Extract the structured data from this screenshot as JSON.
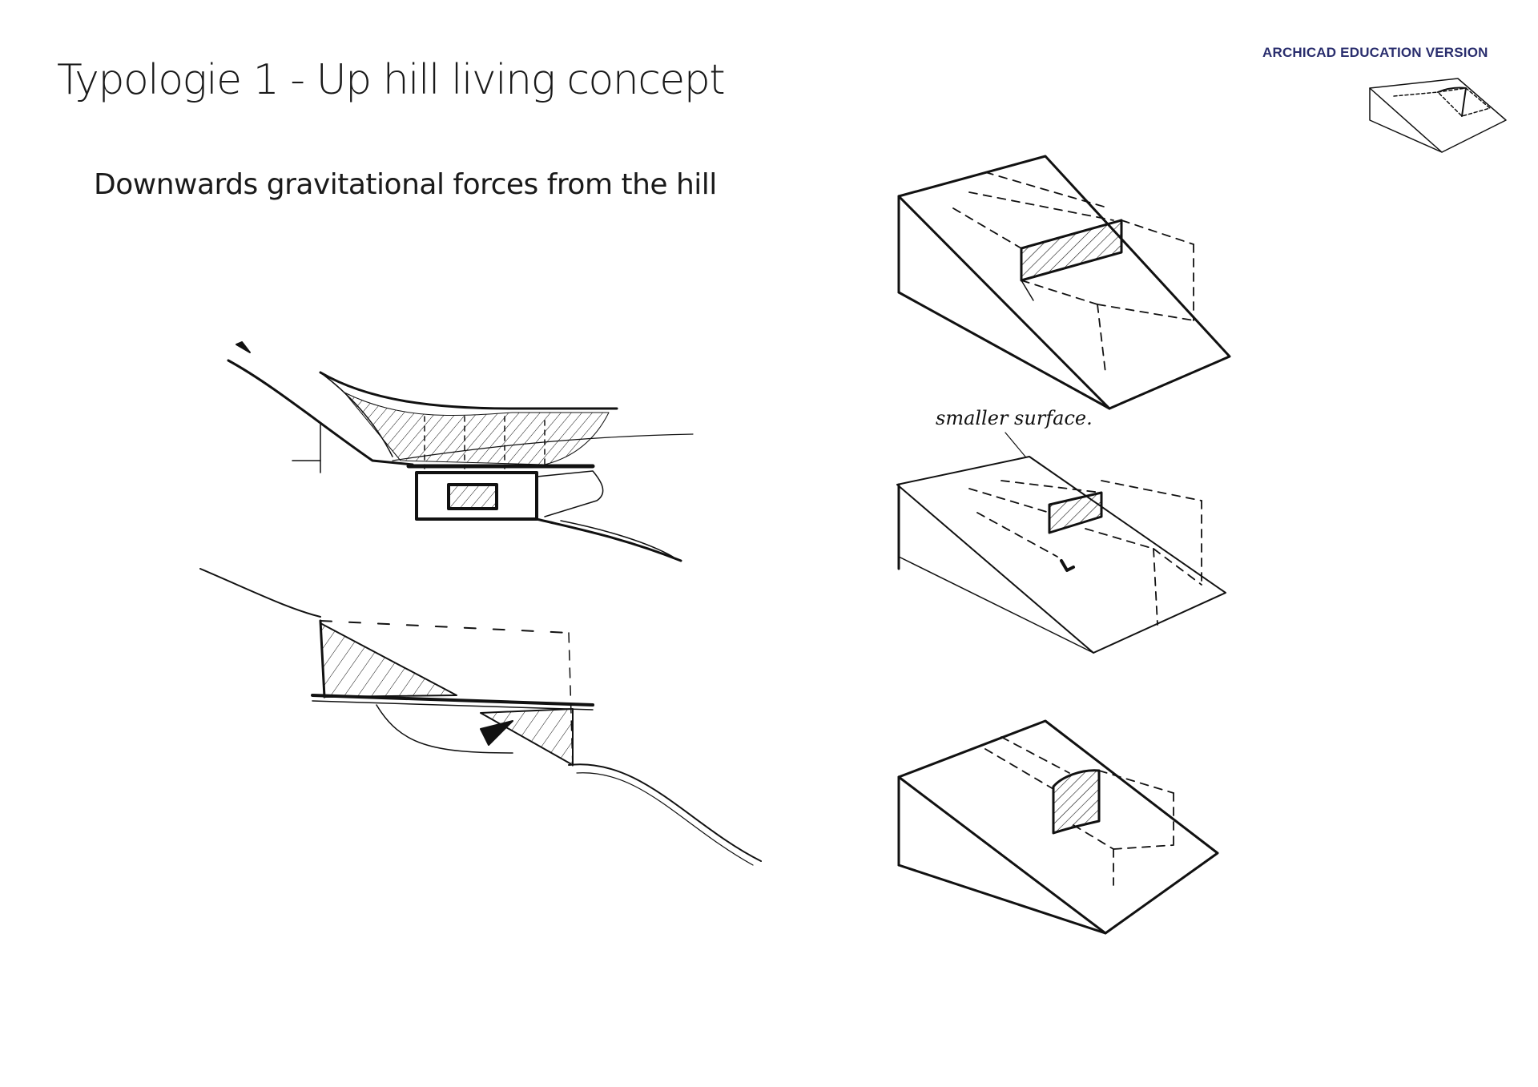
{
  "title": "Typologie 1 - Up hill living concept",
  "subtitle": "Downwards gravitational forces from the hill",
  "watermark": "ARCHICAD EDUCATION VERSION",
  "sketch_note": "smaller surface.",
  "colors": {
    "ink": "#111111",
    "watermark": "#2a2e6e",
    "background": "#ffffff"
  }
}
